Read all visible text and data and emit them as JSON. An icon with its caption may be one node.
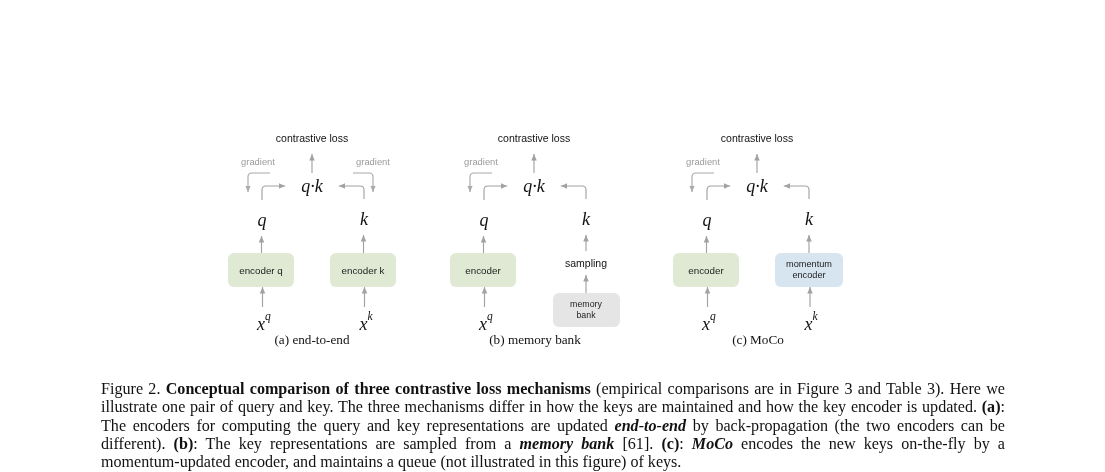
{
  "diagram": {
    "caption": "Figure 2. **Conceptual comparison of three contrastive loss mechanisms** (empirical comparisons are in Figure 3 and Table 3). Here we illustrate one pair of query and key. The three mechanisms differ in how the keys are maintained and how the key encoder is updated. **(a)**: The encoders for computing the query and key representations are updated *end-to-end* by back-propagation (the two encoders can be different). **(b)**: The key representations are sampled from a *memory bank* [61]. **(c)**: *MoCo* encodes the new keys on-the-fly by a momentum-updated encoder, and maintains a queue (not illustrated in this figure) of keys.",
    "nodes": [
      {
        "text": [
          "contrastive loss"
        ]
      },
      {
        "text": [
          "q·k"
        ]
      },
      {
        "text": [
          "q"
        ]
      },
      {
        "text": [
          "k"
        ]
      },
      {
        "text": [
          "encoder q"
        ]
      },
      {
        "text": [
          "encoder k"
        ]
      },
      {
        "text": [
          "x$^{q}$"
        ]
      },
      {
        "text": [
          "x$^{k}$"
        ]
      },
      {
        "text": [
          "contrastive loss"
        ]
      },
      {
        "text": [
          "q·k"
        ]
      },
      {
        "text": [
          "q"
        ]
      },
      {
        "text": [
          "k"
        ]
      },
      {
        "text": [
          "encoder"
        ]
      },
      {
        "text": [
          "sampling"
        ]
      },
      {
        "text": [
          "memory bank"
        ]
      },
      {
        "text": [
          "x$^{q}$"
        ]
      },
      {
        "text": [
          "contrastive loss"
        ]
      },
      {
        "text": [
          "q·k"
        ]
      },
      {
        "text": [
          "q"
        ]
      },
      {
        "text": [
          "k"
        ]
      },
      {
        "text": [
          "encoder"
        ]
      },
      {
        "text": [
          "momentum encoder"
        ]
      },
      {
        "text": [
          "x$^{q}$"
        ]
      },
      {
        "text": [
          "x$^{k}$"
        ]
      }
    ],
    "edges": [
      {
        "from": 1,
        "to": 0,
        "arrow": "to"
      },
      {
        "from": 2,
        "to": 1,
        "arrow": "to"
      },
      {
        "from": 3,
        "to": 1,
        "arrow": "to"
      },
      {
        "from": 4,
        "to": 2,
        "arrow": "to"
      },
      {
        "from": 5,
        "to": 3,
        "arrow": "to"
      },
      {
        "from": 6,
        "to": 4,
        "arrow": "to"
      },
      {
        "from": 7,
        "to": 5,
        "arrow": "to"
      },
      {
        "from": 9,
        "to": 8,
        "arrow": "to"
      },
      {
        "from": 10,
        "to": 9,
        "arrow": "to"
      },
      {
        "from": 11,
        "to": 9,
        "arrow": "to"
      },
      {
        "from": 12,
        "to": 10,
        "arrow": "to"
      },
      {
        "from": 13,
        "to": 11,
        "arrow": "to"
      },
      {
        "from": 14,
        "to": 13,
        "arrow": "to"
      },
      {
        "from": 15,
        "to": 12,
        "arrow": "to"
      },
      {
        "from": 17,
        "to": 16,
        "arrow": "to"
      },
      {
        "from": 18,
        "to": 17,
        "arrow": "to"
      },
      {
        "from": 19,
        "to": 17,
        "arrow": "to"
      },
      {
        "from": 20,
        "to": 18,
        "arrow": "to"
      },
      {
        "from": 21,
        "to": 19,
        "arrow": "to"
      },
      {
        "from": 22,
        "to": 20,
        "arrow": "to"
      },
      {
        "from": 23,
        "to": 21,
        "arrow": "to"
      }
    ],
    "labels": [
      "gradient",
      "gradient",
      "gradient",
      "gradient",
      "(a) end-to-end",
      "(b) memory bank",
      "(c) MoCo"
    ]
  }
}
